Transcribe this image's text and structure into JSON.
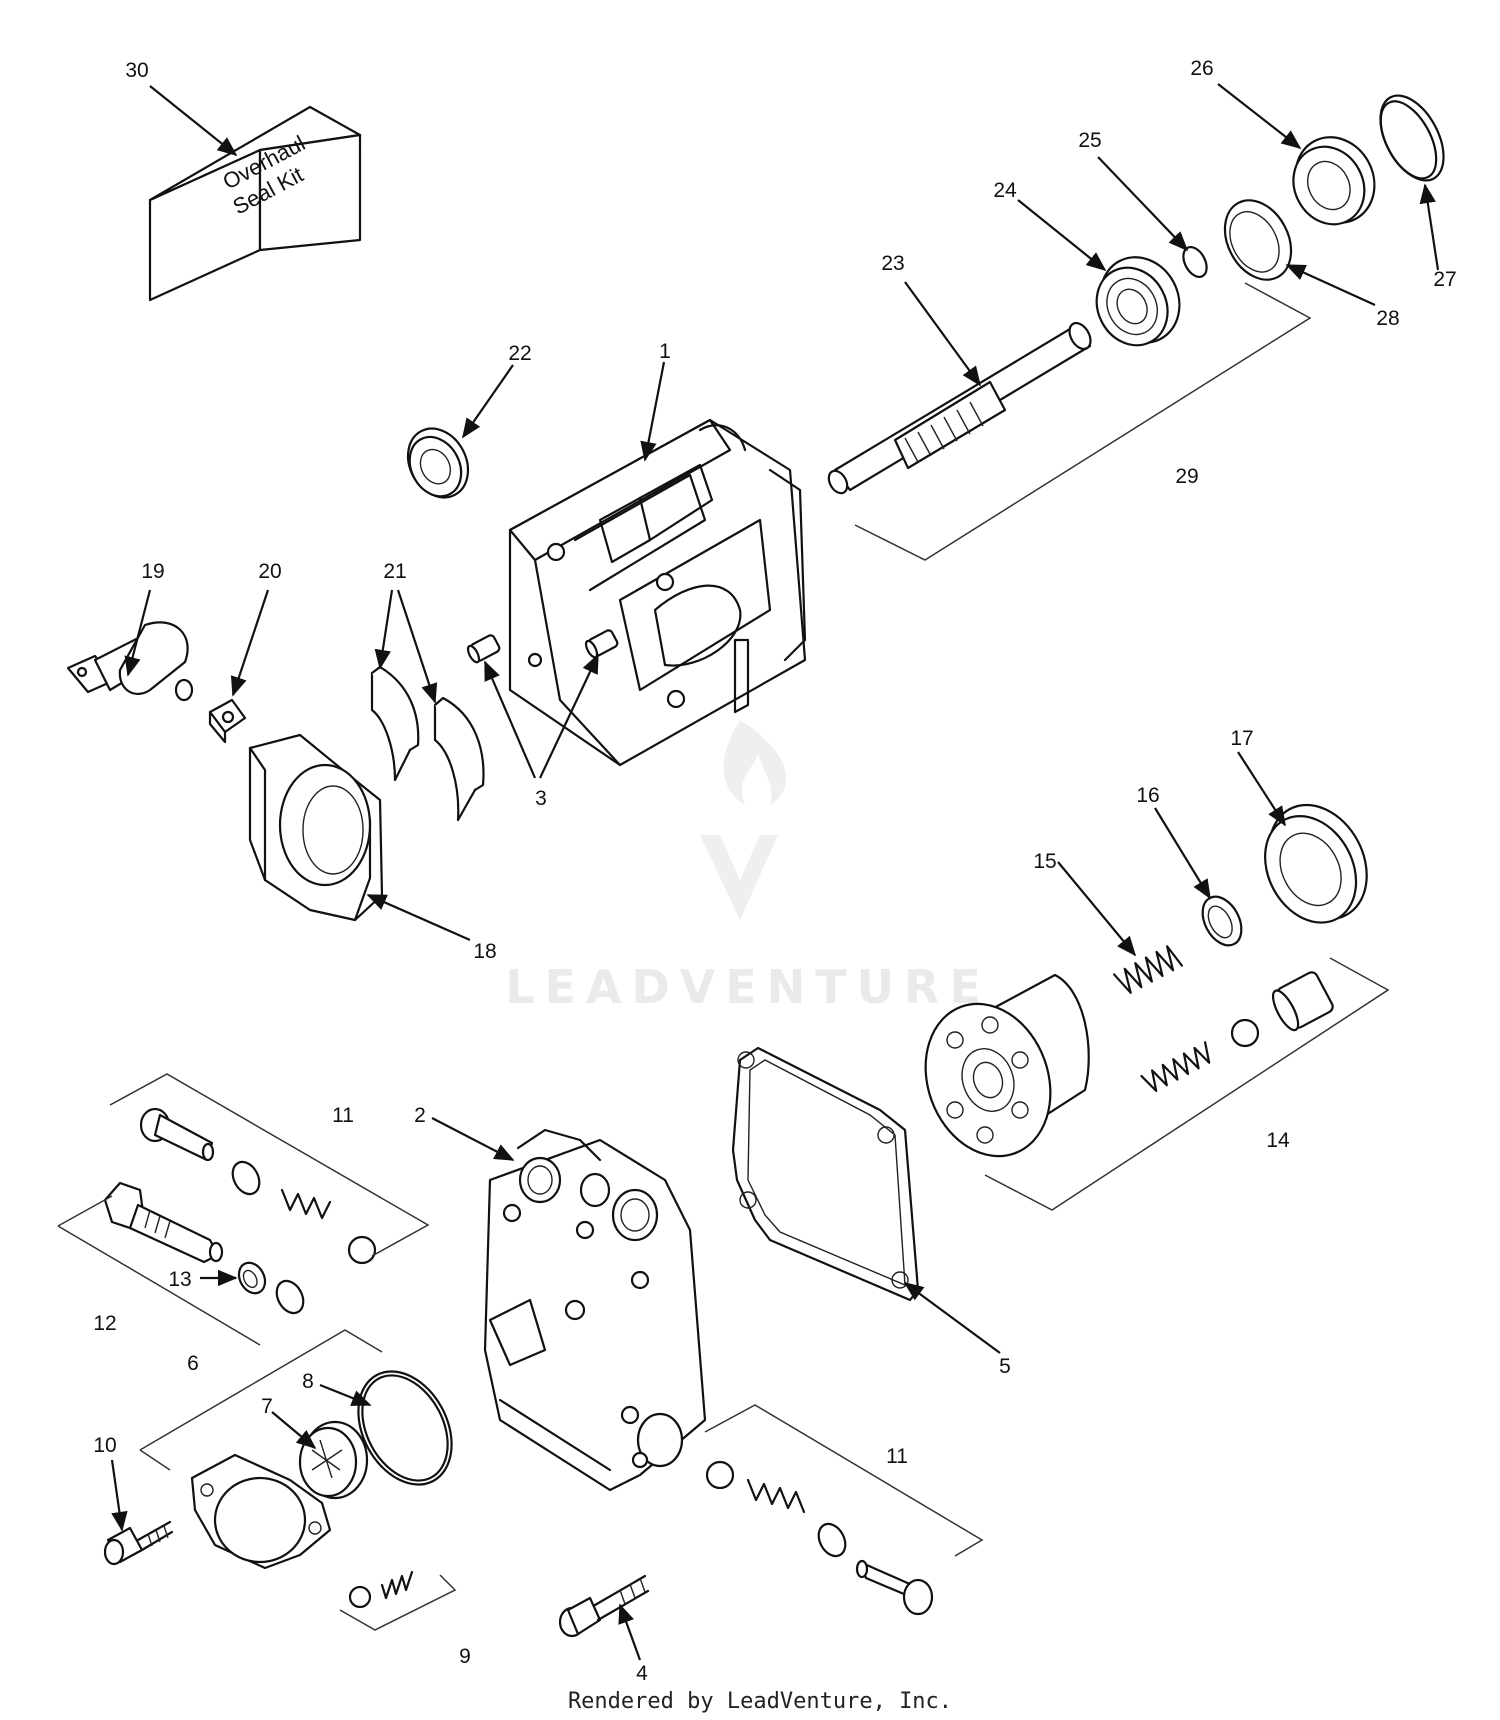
{
  "diagram": {
    "callouts": [
      {
        "id": "c1",
        "text": "1"
      },
      {
        "id": "c2",
        "text": "2"
      },
      {
        "id": "c3",
        "text": "3"
      },
      {
        "id": "c4",
        "text": "4"
      },
      {
        "id": "c5",
        "text": "5"
      },
      {
        "id": "c6",
        "text": "6"
      },
      {
        "id": "c7",
        "text": "7"
      },
      {
        "id": "c8",
        "text": "8"
      },
      {
        "id": "c9",
        "text": "9"
      },
      {
        "id": "c10",
        "text": "10"
      },
      {
        "id": "c11a",
        "text": "11"
      },
      {
        "id": "c11b",
        "text": "11"
      },
      {
        "id": "c12",
        "text": "12"
      },
      {
        "id": "c13",
        "text": "13"
      },
      {
        "id": "c14",
        "text": "14"
      },
      {
        "id": "c15",
        "text": "15"
      },
      {
        "id": "c16",
        "text": "16"
      },
      {
        "id": "c17",
        "text": "17"
      },
      {
        "id": "c18",
        "text": "18"
      },
      {
        "id": "c19",
        "text": "19"
      },
      {
        "id": "c20",
        "text": "20"
      },
      {
        "id": "c21",
        "text": "21"
      },
      {
        "id": "c22",
        "text": "22"
      },
      {
        "id": "c23",
        "text": "23"
      },
      {
        "id": "c24",
        "text": "24"
      },
      {
        "id": "c25",
        "text": "25"
      },
      {
        "id": "c26",
        "text": "26"
      },
      {
        "id": "c27",
        "text": "27"
      },
      {
        "id": "c28",
        "text": "28"
      },
      {
        "id": "c29",
        "text": "29"
      },
      {
        "id": "c30",
        "text": "30"
      }
    ],
    "seal_kit_line1": "Overhaul",
    "seal_kit_line2": "Seal Kit",
    "watermark": "LEADVENTURE",
    "footer": "Rendered by LeadVenture, Inc."
  }
}
